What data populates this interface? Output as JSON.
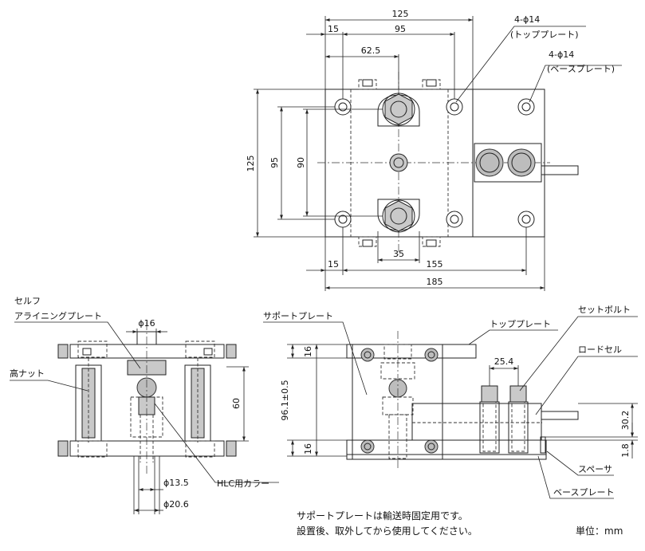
{
  "top_view": {
    "dim_total_width": "125",
    "dim_left_offset": "15",
    "dim_inner_width": "95",
    "dim_center": "62.5",
    "hole_top_plate": "4-ϕ14",
    "hole_top_plate_note": "(トッププレート)",
    "hole_base_plate": "4-ϕ14",
    "hole_base_plate_note": "(ベースプレート)",
    "dim_height": "125",
    "dim_95": "95",
    "dim_90": "90",
    "dim_bottom_15": "15",
    "dim_bottom_35": "35",
    "dim_bottom_155": "155",
    "dim_bottom_185": "185"
  },
  "left_view": {
    "label_self_align_1": "セルフ",
    "label_self_align_2": "アライニングプレート",
    "label_high_nut": "高ナット",
    "dim_phi16": "ϕ16",
    "dim_60": "60",
    "dim_phi13_5": "ϕ13.5",
    "dim_phi20_6": "ϕ20.6",
    "label_hlc_collar": "HLC用カラー"
  },
  "right_view": {
    "label_support_plate": "サポートプレート",
    "label_top_plate": "トッププレート",
    "label_set_bolt": "セットボルト",
    "label_load_cell": "ロードセル",
    "label_spacer": "スペーサ",
    "label_base_plate": "ベースプレート",
    "dim_16_top": "16",
    "dim_96": "96.1±0.5",
    "dim_16_bottom": "16",
    "dim_25_4": "25.4",
    "dim_30_2": "30.2",
    "dim_1_8": "1.8"
  },
  "notes": {
    "line1": "サポートプレートは輸送時固定用です。",
    "line2": "設置後、取外してから使用してください。",
    "unit": "単位：mm"
  }
}
